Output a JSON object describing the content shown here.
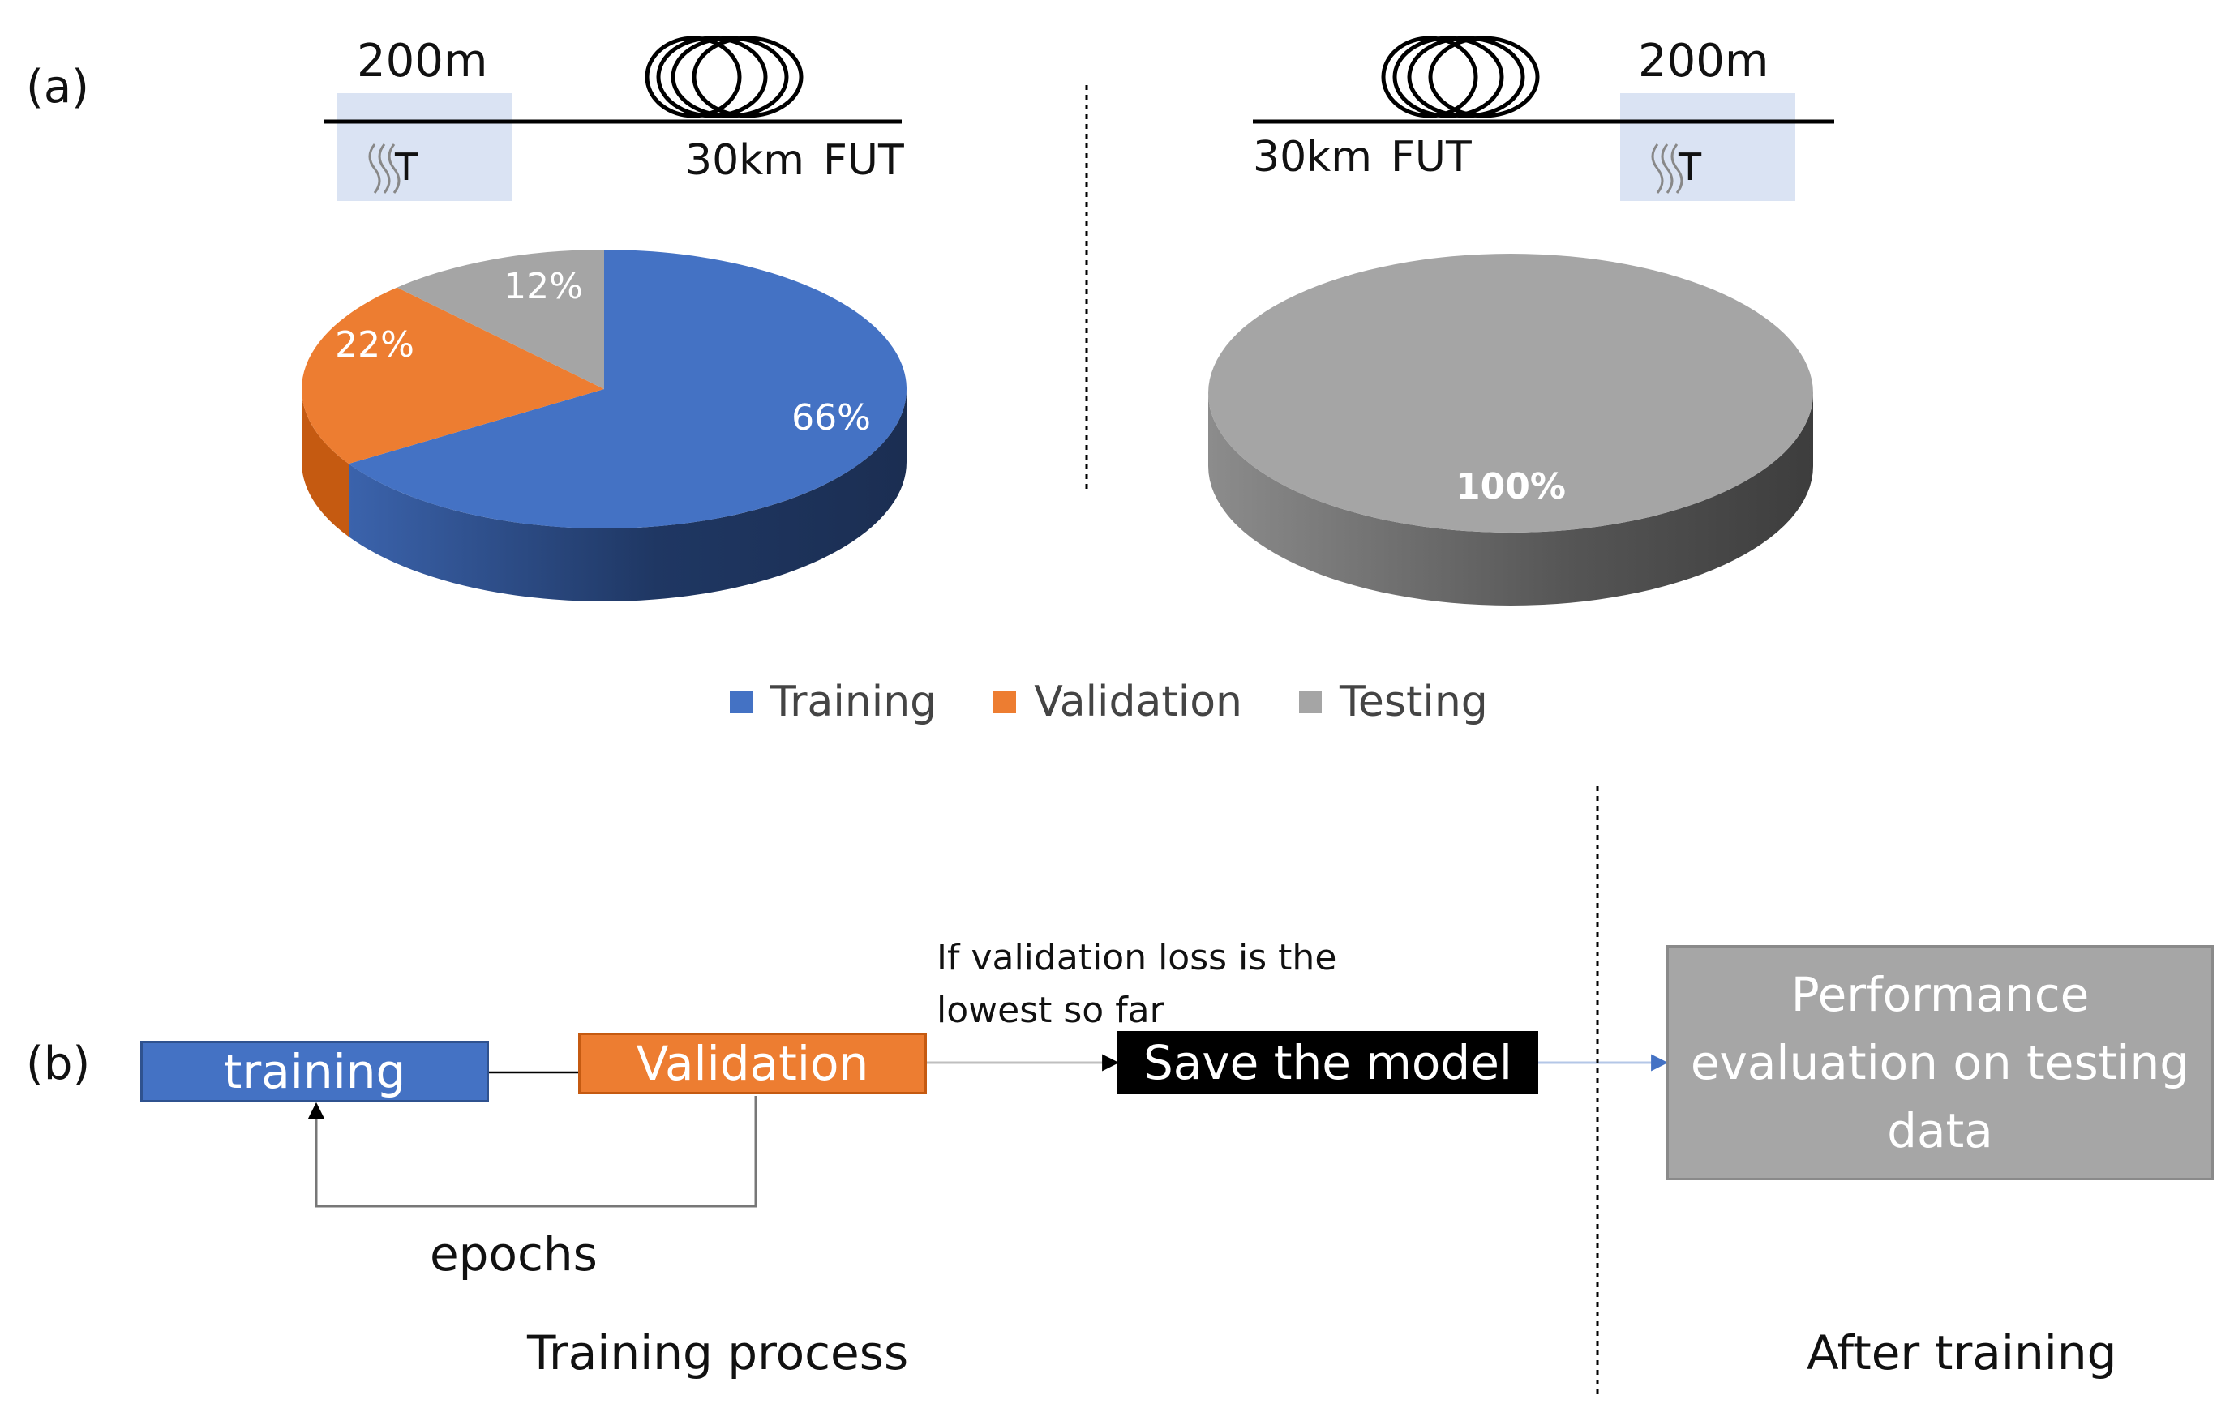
{
  "colors": {
    "training": "#4472c4",
    "validation": "#ed7d31",
    "testing": "#a5a5a5",
    "temp_zone": "#dae3f3",
    "save_box": "#000000",
    "eval_box": "#a6a6a6"
  },
  "panel_a": {
    "label": "(a)",
    "left_setup": {
      "length": "200m",
      "temp": "T",
      "fiber": "30km",
      "fut": "FUT"
    },
    "right_setup": {
      "length": "200m",
      "temp": "T",
      "fiber": "30km",
      "fut": "FUT"
    }
  },
  "chart_data": [
    {
      "type": "pie",
      "title": "",
      "slices": [
        {
          "label": "Training",
          "value": 66,
          "text": "66%"
        },
        {
          "label": "Validation",
          "value": 22,
          "text": "22%"
        },
        {
          "label": "Testing",
          "value": 12,
          "text": "12%"
        }
      ],
      "legend": [
        "Training",
        "Validation",
        "Testing"
      ],
      "legend_position": "bottom"
    },
    {
      "type": "pie",
      "title": "",
      "slices": [
        {
          "label": "Testing",
          "value": 100,
          "text": "100%"
        }
      ]
    }
  ],
  "legend": {
    "items": [
      {
        "label": "Training"
      },
      {
        "label": "Validation"
      },
      {
        "label": "Testing"
      }
    ]
  },
  "panel_b": {
    "label": "(b)",
    "training_box": "training",
    "validation_box": "Validation",
    "condition_line1": "If validation loss is the",
    "condition_line2": "lowest so far",
    "save_box": "Save the model",
    "eval_line1": "Performance",
    "eval_line2": "evaluation on testing",
    "eval_line3": "data",
    "loop_label": "epochs",
    "caption_left": "Training process",
    "caption_right": "After training"
  }
}
